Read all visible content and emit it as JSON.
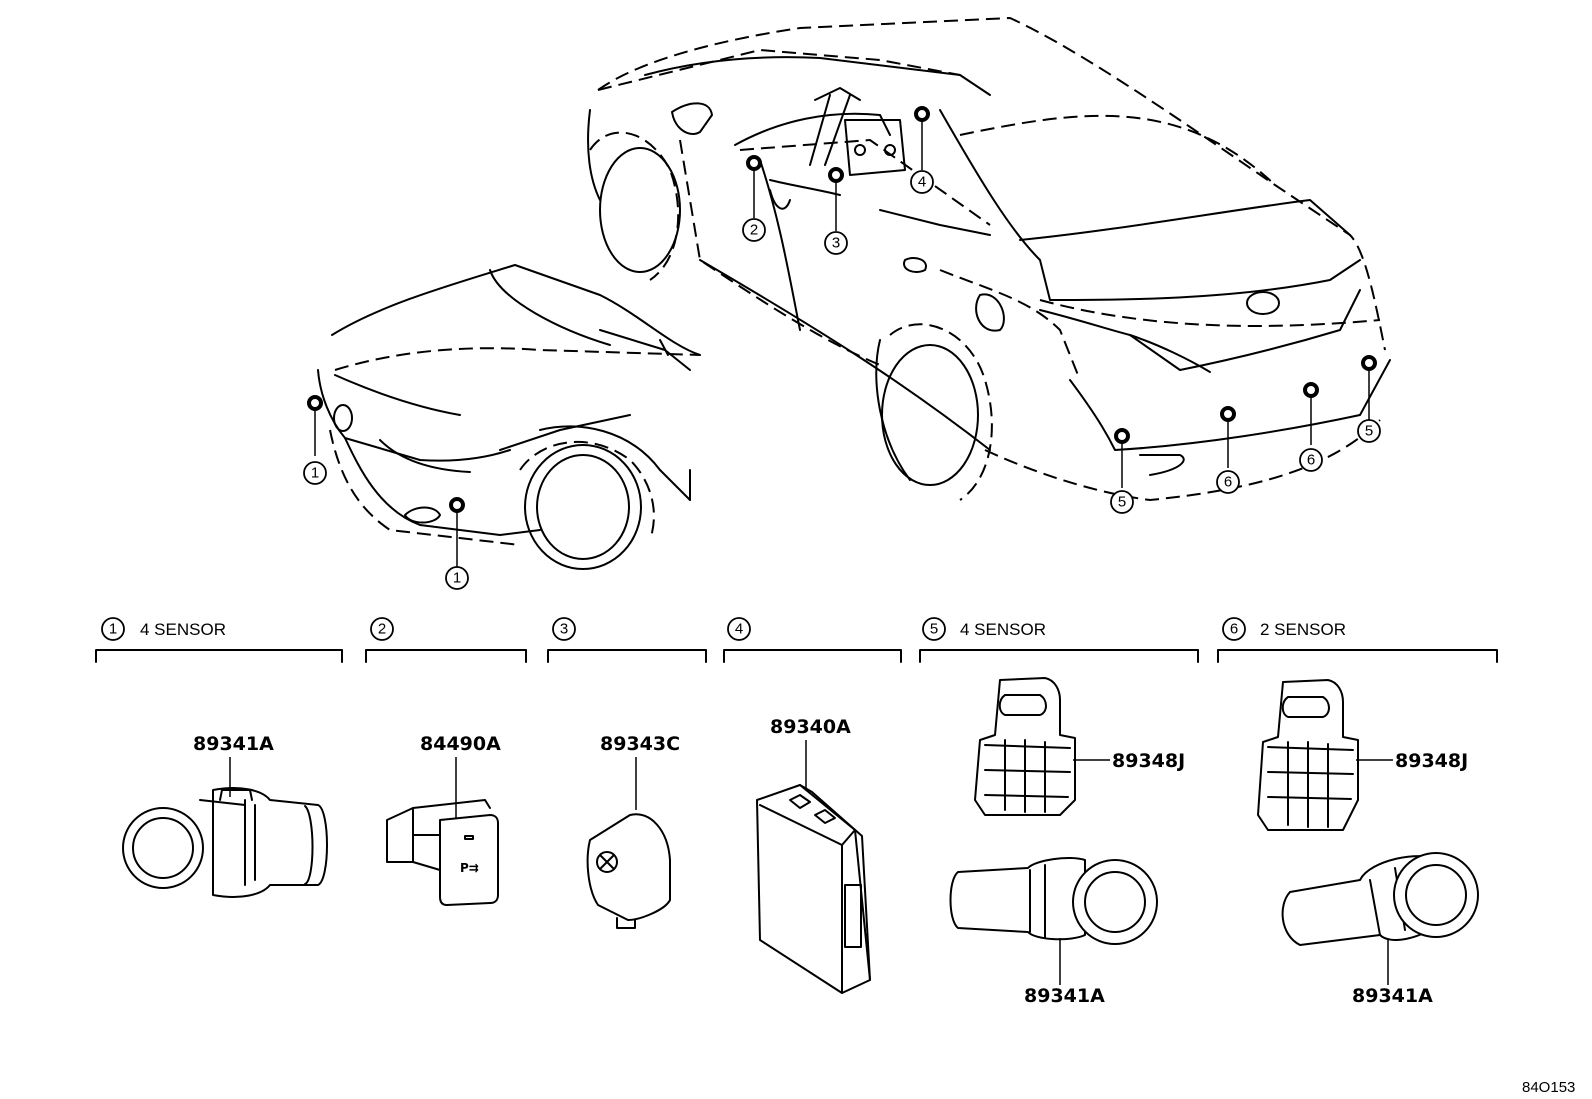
{
  "callouts": {
    "c1": "1",
    "c2": "2",
    "c3": "3",
    "c4": "4",
    "c5": "5",
    "c6": "6"
  },
  "groups": [
    {
      "num": "1",
      "label": "4 SENSOR"
    },
    {
      "num": "2",
      "label": ""
    },
    {
      "num": "3",
      "label": ""
    },
    {
      "num": "4",
      "label": ""
    },
    {
      "num": "5",
      "label": "4 SENSOR"
    },
    {
      "num": "6",
      "label": "2 SENSOR"
    }
  ],
  "parts": {
    "g1": "89341A",
    "g2": "84490A",
    "g3": "89343C",
    "g4": "89340A",
    "g5_clip": "89348J",
    "g5_sensor": "89341A",
    "g6_clip": "89348J",
    "g6_sensor": "89341A"
  },
  "diagram_code": "84O153"
}
